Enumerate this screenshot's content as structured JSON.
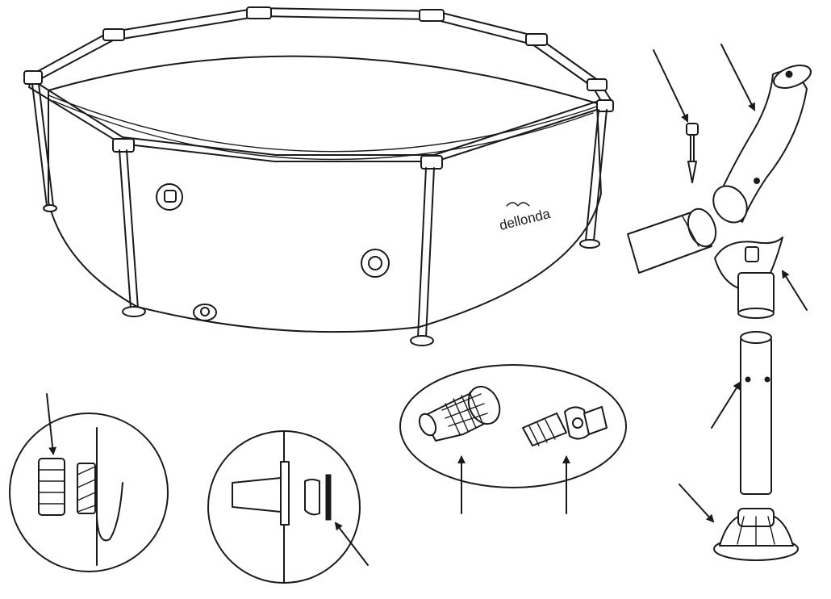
{
  "brand": {
    "logo_text": "dellonda"
  },
  "colors": {
    "line": "#1a1a1a",
    "background": "#ffffff"
  },
  "callouts": {
    "pin": "arrow",
    "corner_joint": "arrow",
    "leg_cap": "arrow",
    "leg_pipe": "arrow",
    "foot": "arrow",
    "valve_nut": "arrow",
    "plug": "arrow",
    "filter_connector": "arrow",
    "hose_adapter": "arrow"
  }
}
